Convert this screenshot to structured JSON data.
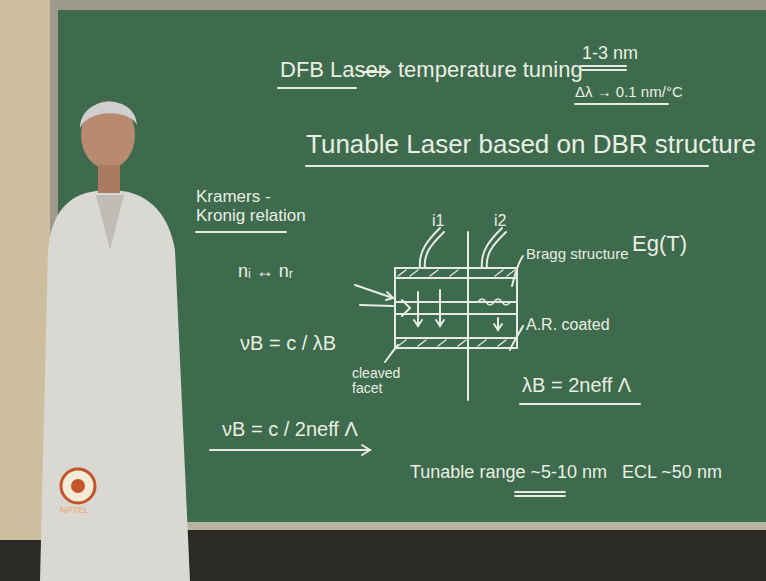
{
  "diagram": {
    "labels": [
      "DFB Laser",
      "temperature tuning",
      "1-3 nm",
      "Δλ → 0.1 nm/°C",
      "Tunable Laser based on DBR structure",
      "Kramers - Kronig relation",
      "nᵢ ↔ nᵣ",
      "νB = c / λB",
      "νB = c / 2neff Λ",
      "i1",
      "i2",
      "Bragg structure",
      "A.R. coated",
      "cleaved facet",
      "Eg(T)",
      "λB = 2neff Λ",
      "Tunable range ~5-10 nm",
      "ECL ~50 nm",
      "NPTEL"
    ]
  }
}
